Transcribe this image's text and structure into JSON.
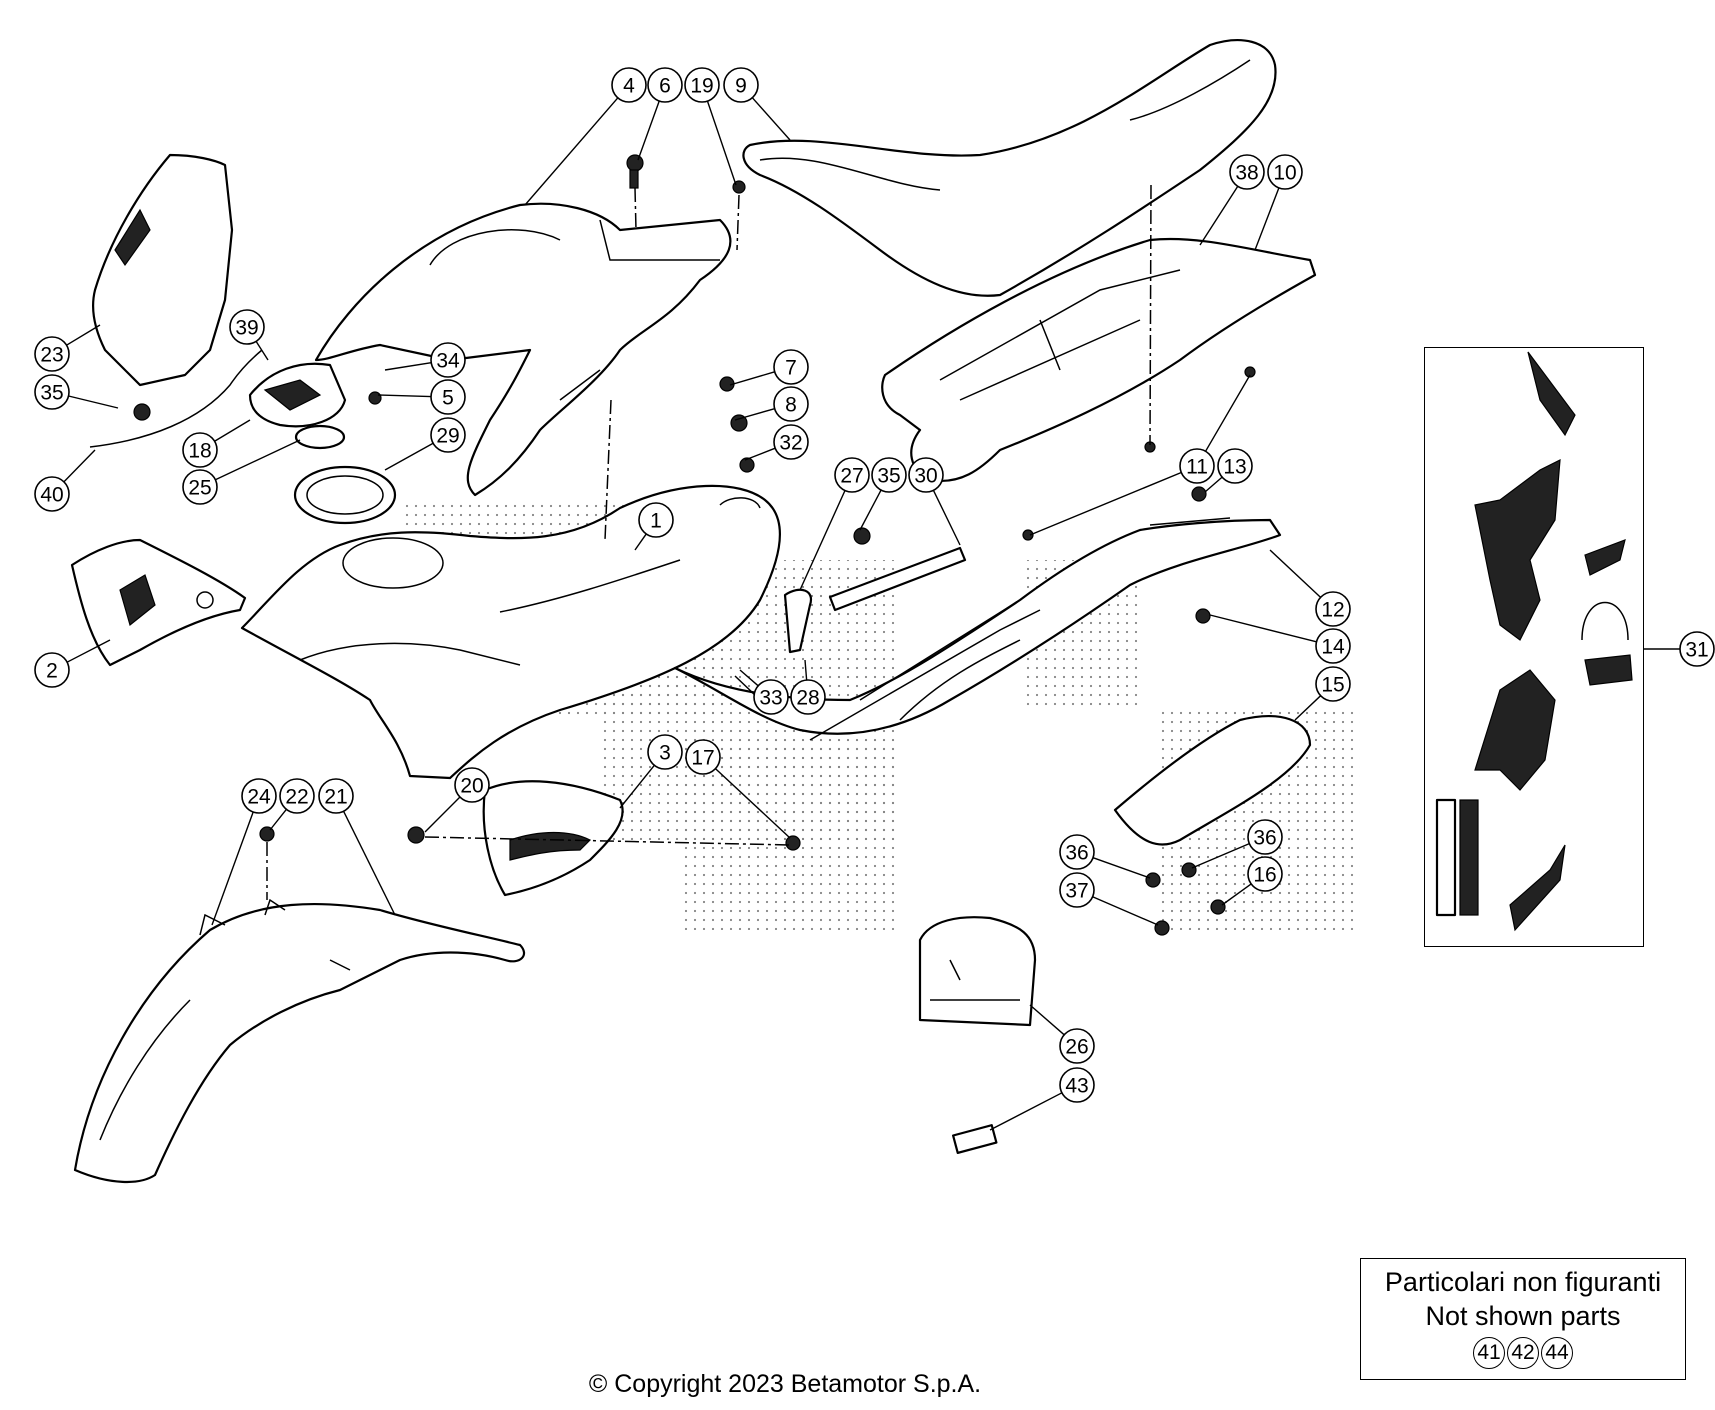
{
  "callouts": [
    {
      "label": "1"
    },
    {
      "label": "2"
    },
    {
      "label": "3"
    },
    {
      "label": "4"
    },
    {
      "label": "5"
    },
    {
      "label": "6"
    },
    {
      "label": "7"
    },
    {
      "label": "8"
    },
    {
      "label": "9"
    },
    {
      "label": "10"
    },
    {
      "label": "11"
    },
    {
      "label": "12"
    },
    {
      "label": "13"
    },
    {
      "label": "14"
    },
    {
      "label": "15"
    },
    {
      "label": "16"
    },
    {
      "label": "17"
    },
    {
      "label": "18"
    },
    {
      "label": "19"
    },
    {
      "label": "20"
    },
    {
      "label": "21"
    },
    {
      "label": "22"
    },
    {
      "label": "23"
    },
    {
      "label": "24"
    },
    {
      "label": "25"
    },
    {
      "label": "26"
    },
    {
      "label": "27"
    },
    {
      "label": "28"
    },
    {
      "label": "29"
    },
    {
      "label": "30"
    },
    {
      "label": "31"
    },
    {
      "label": "32"
    },
    {
      "label": "33"
    },
    {
      "label": "34"
    },
    {
      "label": "35"
    },
    {
      "label": "35"
    },
    {
      "label": "36"
    },
    {
      "label": "36"
    },
    {
      "label": "37"
    },
    {
      "label": "38"
    },
    {
      "label": "39"
    },
    {
      "label": "40"
    },
    {
      "label": "43"
    }
  ],
  "legend": {
    "line1": "Particolari non figuranti",
    "line2": "Not shown parts",
    "numbers": [
      "41",
      "42",
      "44"
    ]
  },
  "copyright": "© Copyright 2023 Betamotor S.p.A."
}
